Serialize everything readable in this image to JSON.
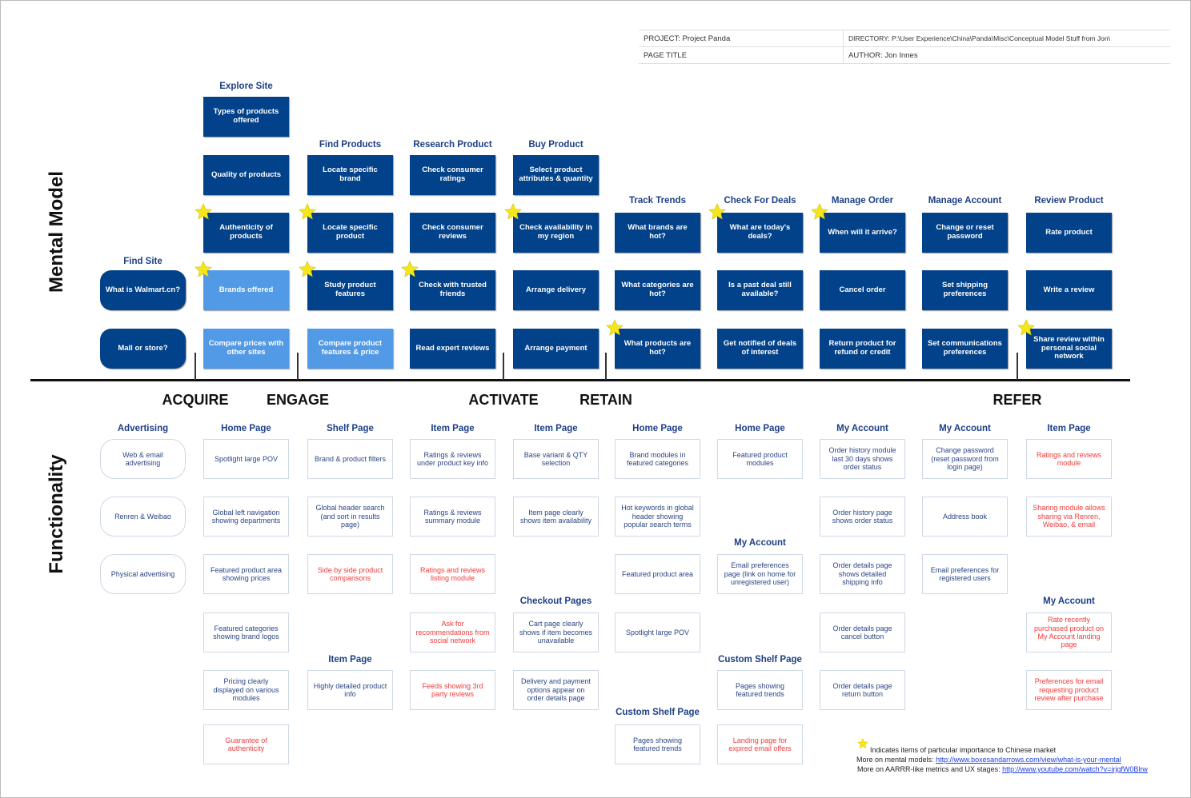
{
  "meta": {
    "project": "PROJECT:  Project Panda",
    "directory": "DIRECTORY: P:\\User Experience\\China\\Panda\\Misc\\Conceptual Model Stuff from Jon\\",
    "page_title": "PAGE TITLE",
    "author": "AUTHOR: Jon Innes"
  },
  "labels": {
    "mental_model": "Mental Model",
    "functionality": "Functionality"
  },
  "stages": [
    "ACQUIRE",
    "ENGAGE",
    "ACTIVATE",
    "RETAIN",
    "REFER"
  ],
  "colors": {
    "box": "#02428a",
    "box_light": "#529ae6",
    "heading": "#1d3f86",
    "red_text": "#f23a3a",
    "star": "#f5e61a"
  },
  "mental_model": {
    "find_site": {
      "title": "Find Site",
      "items": [
        "What is Walmart.cn?",
        "Mall or store?"
      ]
    },
    "explore_site": {
      "title": "Explore Site",
      "items": [
        "Types of products offered",
        "Quality of products",
        "Authenticity of products",
        "Brands offered",
        "Compare prices with other sites"
      ]
    },
    "find_products": {
      "title": "Find Products",
      "items": [
        "Locate specific brand",
        "Locate specific product",
        "Study product features",
        "Compare product features & price"
      ]
    },
    "research_product": {
      "title": "Research Product",
      "items": [
        "Check consumer ratings",
        "Check consumer reviews",
        "Check with trusted friends",
        "Read expert reviews"
      ]
    },
    "buy_product": {
      "title": "Buy Product",
      "items": [
        "Select product attributes & quantity",
        "Check availability in my region",
        "Arrange delivery",
        "Arrange payment"
      ]
    },
    "track_trends": {
      "title": "Track Trends",
      "items": [
        "What brands are hot?",
        "What categories are hot?",
        "What products are hot?"
      ]
    },
    "check_for_deals": {
      "title": "Check For Deals",
      "items": [
        "What are today's deals?",
        "Is a past deal still available?",
        "Get notified of deals of interest"
      ]
    },
    "manage_order": {
      "title": "Manage Order",
      "items": [
        "When will it arrive?",
        "Cancel order",
        "Return product for refund or credit"
      ]
    },
    "manage_account": {
      "title": "Manage Account",
      "items": [
        "Change or reset password",
        "Set shipping preferences",
        "Set communications preferences"
      ]
    },
    "review_product": {
      "title": "Review Product",
      "items": [
        "Rate product",
        "Write a review",
        "Share review within personal social network"
      ]
    }
  },
  "functionality": {
    "c0": {
      "title": "Advertising",
      "items": [
        "Web & email advertising",
        "Renren & Weibao",
        "Physical advertising"
      ]
    },
    "c1": {
      "title": "Home Page",
      "items": [
        "Spotlight large POV",
        "Global left navigation showing departments",
        "Featured product area showing prices",
        "Featured categories showing brand logos",
        "Pricing clearly displayed on various modules",
        "Guarantee of authenticity"
      ]
    },
    "c2": {
      "title": "Shelf Page",
      "items": [
        "Brand & product filters",
        "Global header search (and sort in results page)",
        "Side by side product comparisons"
      ],
      "title2": "Item Page",
      "items2": [
        "Highly detailed product info"
      ]
    },
    "c3": {
      "title": "Item Page",
      "items": [
        "Ratings & reviews under product key info",
        "Ratings & reviews summary module",
        "Ratings and reviews listing  module",
        "Ask for recommendations from social network",
        "Feeds showing 3rd party reviews"
      ]
    },
    "c4": {
      "title": "Item Page",
      "items": [
        "Base variant & QTY selection",
        "Item page clearly shows item availability"
      ],
      "title2": "Checkout Pages",
      "items2": [
        "Cart page clearly shows if item becomes unavailable",
        "Delivery and payment options appear on order details page"
      ]
    },
    "c5": {
      "title": "Home Page",
      "items": [
        "Brand modules in featured categories",
        "Hot keywords in global header showing popular search terms",
        "Featured product area",
        "Spotlight large POV"
      ],
      "title2": "Custom Shelf Page",
      "items2": [
        "Pages showing featured trends"
      ]
    },
    "c6": {
      "title": "Home Page",
      "items": [
        "Featured product modules"
      ],
      "title2": "My Account",
      "items2": [
        "Email preferences page (link on home for unregistered user)"
      ],
      "title3": "Custom Shelf Page",
      "items3": [
        "Pages showing featured trends",
        "Landing page for expired email offers"
      ]
    },
    "c7": {
      "title": "My Account",
      "items": [
        "Order history module last 30 days shows order status",
        "Order history page shows order status",
        "Order details page shows detailed shipping info",
        "Order details page cancel button",
        "Order details page return button"
      ]
    },
    "c8": {
      "title": "My Account",
      "items": [
        "Change password (reset password from login page)",
        "Address book",
        "Email preferences for registered users"
      ]
    },
    "c9": {
      "title": "Item Page",
      "items": [
        "Ratings and reviews module",
        "Sharing module allows sharing via Renren, Weibao, & email"
      ],
      "title2": "My Account",
      "items2": [
        "Rate recently purchased product on My Account landing page",
        "Preferences for email requesting product review after purchase"
      ]
    }
  },
  "legend": {
    "star_note": "Indicates items of particular importance to Chinese market",
    "mental_label": "More on mental models:",
    "mental_link": "http://www.boxesandarrows.com/view/what-is-your-mental",
    "aarrr_label": "More on AARRR-like metrics and UX stages:",
    "aarrr_link": "http://www.youtube.com/watch?v=irjgfW0Blrw"
  }
}
